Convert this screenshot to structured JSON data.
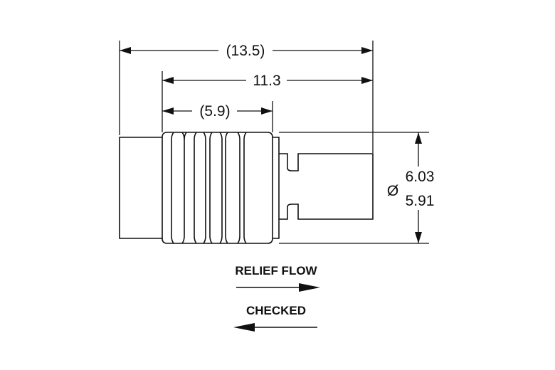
{
  "dimensions": {
    "overall_length": "(13.5)",
    "body_length": "11.3",
    "thread_length": "(5.9)",
    "diameter_symbol": "Ø",
    "diameter_max": "6.03",
    "diameter_min": "5.91"
  },
  "flow": {
    "relief_label": "RELIEF FLOW",
    "checked_label": "CHECKED"
  }
}
